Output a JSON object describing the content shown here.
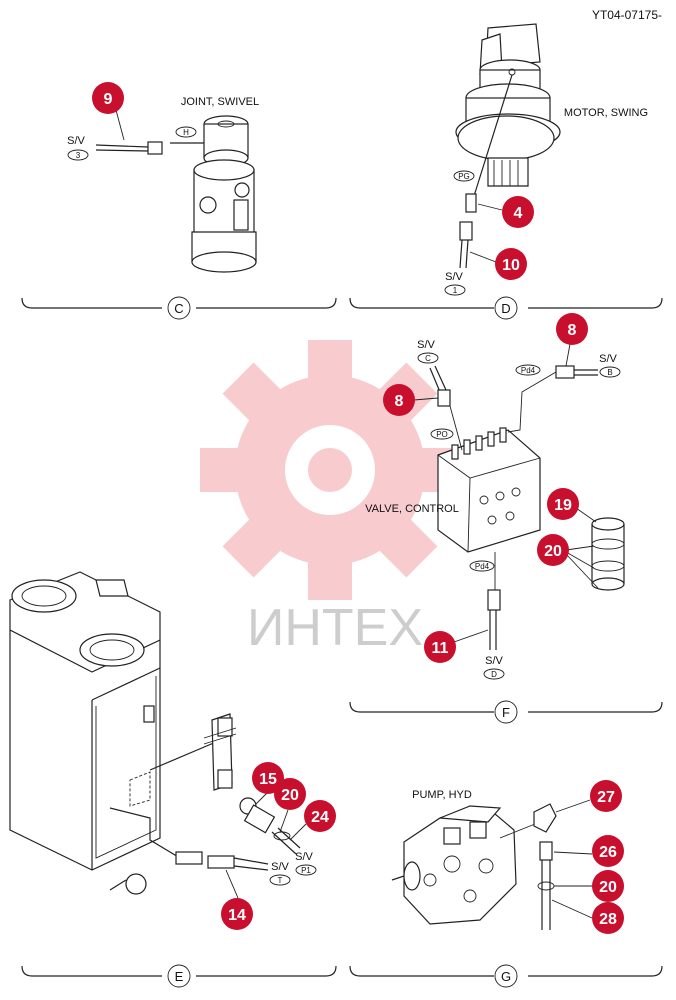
{
  "header": {
    "code": "YT04-07175-"
  },
  "watermark": {
    "text": "ИНТЕХ",
    "color": "#e31e24"
  },
  "colors": {
    "badge": "#c8102e",
    "line": "#222222"
  },
  "sections": {
    "C": {
      "letter": "C",
      "title": "JOINT, SWIVEL",
      "sv_label": "S/V",
      "sv_port": "3",
      "port_tag": "H",
      "badges": [
        "9"
      ]
    },
    "D": {
      "letter": "D",
      "title": "MOTOR, SWING",
      "sv_label": "S/V",
      "sv_port": "1",
      "port_tag": "PG",
      "badges": [
        "4",
        "10"
      ]
    },
    "F": {
      "letter": "F",
      "title": "VALVE, CONTROL",
      "sv_c_label": "S/V",
      "sv_c_port": "C",
      "sv_b_label": "S/V",
      "sv_b_port": "B",
      "sv_d_label": "S/V",
      "sv_d_port": "D",
      "tag_po": "PO",
      "tag_pd4_top": "Pd4",
      "tag_pd4_bottom": "Pd4",
      "badges": [
        "8",
        "8",
        "19",
        "20",
        "11"
      ]
    },
    "E": {
      "letter": "E",
      "sv_t_label": "S/V",
      "sv_t_port": "T",
      "sv_p1_label": "S/V",
      "sv_p1_port": "P1",
      "badges": [
        "15",
        "20",
        "24",
        "14"
      ]
    },
    "G": {
      "letter": "G",
      "title": "PUMP, HYD",
      "badges": [
        "27",
        "26",
        "20",
        "28"
      ]
    }
  }
}
